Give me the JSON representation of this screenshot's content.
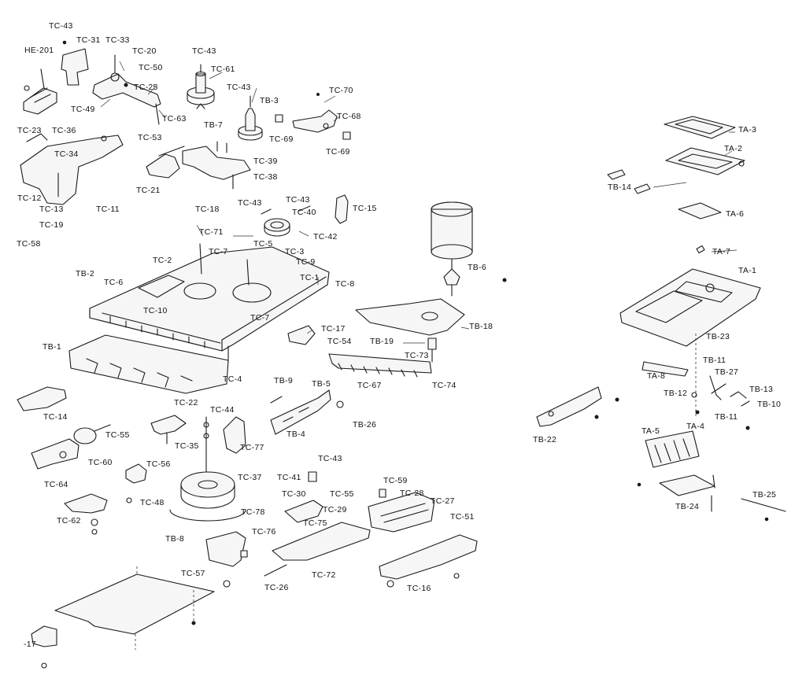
{
  "labels": [
    "TC-43",
    "TC-31",
    "TC-33",
    "HE-201",
    "TC-20",
    "TC-50",
    "TC-25",
    "TC-49",
    "TC-63",
    "TC-43",
    "TC-61",
    "TC-43",
    "TB-3",
    "TC-70",
    "TC-68",
    "TC-69",
    "TC-69",
    "TB-7",
    "TC-39",
    "TC-38",
    "TC-53",
    "TC-21",
    "TC-23",
    "TC-36",
    "TC-34",
    "TC-12",
    "TC-13",
    "TC-11",
    "TC-19",
    "TC-18",
    "TC-43",
    "TC-43",
    "TC-40",
    "TC-15",
    "TC-42",
    "TC-71",
    "TC-7",
    "TC-5",
    "TC-3",
    "TC-9",
    "TC-58",
    "TB-2",
    "TC-2",
    "TC-6",
    "TC-1",
    "TC-8",
    "TC-10",
    "TC-7",
    "TC-17",
    "TC-54",
    "TB-6",
    "TB-18",
    "TB-19",
    "TC-73",
    "TC-74",
    "TB-1",
    "TC-4",
    "TB-9",
    "TB-5",
    "TC-67",
    "TC-14",
    "TC-22",
    "TC-44",
    "TB-4",
    "TB-26",
    "TC-55",
    "TC-35",
    "TC-77",
    "TC-60",
    "TC-64",
    "TC-56",
    "TC-43",
    "TC-37",
    "TC-41",
    "TC-59",
    "TC-48",
    "TC-30",
    "TC-55",
    "TC-28",
    "TC-27",
    "TC-62",
    "TC-29",
    "TC-78",
    "TC-51",
    "TB-8",
    "TC-75",
    "TC-76",
    "TC-57",
    "TC-72",
    "TC-26",
    "TC-16",
    "-17",
    "TA-3",
    "TA-2",
    "TB-14",
    "TA-6",
    "TA-7",
    "TA-1",
    "TB-23",
    "TB-11",
    "TA-8",
    "TB-27",
    "TB-13",
    "TB-12",
    "TB-10",
    "TB-11",
    "TB-22",
    "TA-5",
    "TA-4",
    "TB-25",
    "TB-24"
  ]
}
